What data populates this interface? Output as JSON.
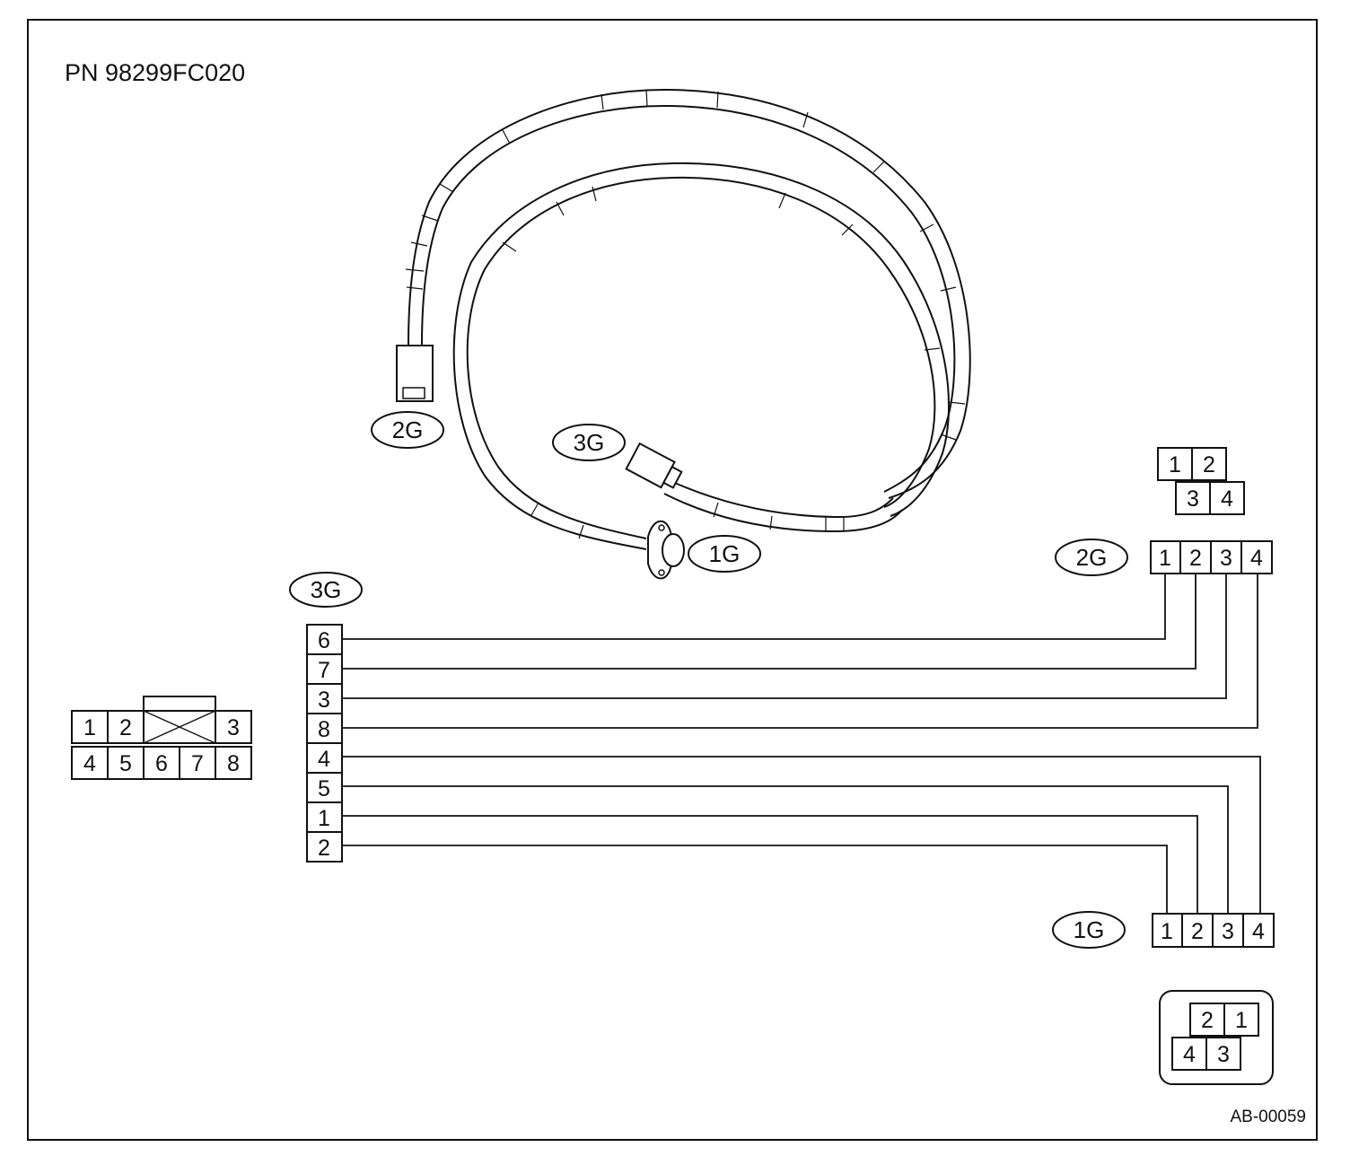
{
  "part_number": "PN 98299FC020",
  "figure_id": "AB-00059",
  "harness": {
    "label_2g": "2G",
    "label_3g": "3G",
    "label_1g": "1G"
  },
  "connector_3g": {
    "label": "3G",
    "pins": [
      "6",
      "7",
      "3",
      "8",
      "4",
      "5",
      "1",
      "2"
    ],
    "face_row1": [
      "1",
      "2",
      "3"
    ],
    "face_row2": [
      "4",
      "5",
      "6",
      "7",
      "8"
    ]
  },
  "connector_2g": {
    "label": "2G",
    "pins": [
      "1",
      "2",
      "3",
      "4"
    ],
    "face_row1": [
      "1",
      "2"
    ],
    "face_row2": [
      "3",
      "4"
    ]
  },
  "connector_1g": {
    "label": "1G",
    "pins": [
      "1",
      "2",
      "3",
      "4"
    ],
    "face_row1": [
      "2",
      "1"
    ],
    "face_row2": [
      "4",
      "3"
    ]
  }
}
